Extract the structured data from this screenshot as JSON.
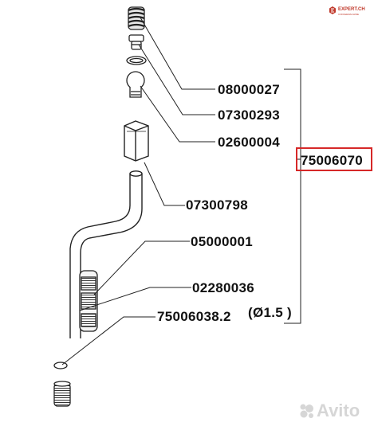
{
  "brand": {
    "logo_text": "EXPERT.CH",
    "logo_subtext": "COFFEEMACHINE",
    "logo_color": "#c0392b"
  },
  "watermark": {
    "text": "Avito"
  },
  "parts": [
    {
      "id": "p1",
      "number": "08000027"
    },
    {
      "id": "p2",
      "number": "07300293"
    },
    {
      "id": "p3",
      "number": "02600004"
    },
    {
      "id": "p4",
      "number": "07300798"
    },
    {
      "id": "p5",
      "number": "05000001"
    },
    {
      "id": "p6",
      "number": "02280036"
    },
    {
      "id": "p7",
      "number": "75006038.2",
      "note": "(Ø1.5 )"
    }
  ],
  "assembly": {
    "number": "75006070",
    "highlight_color": "#d62828"
  }
}
